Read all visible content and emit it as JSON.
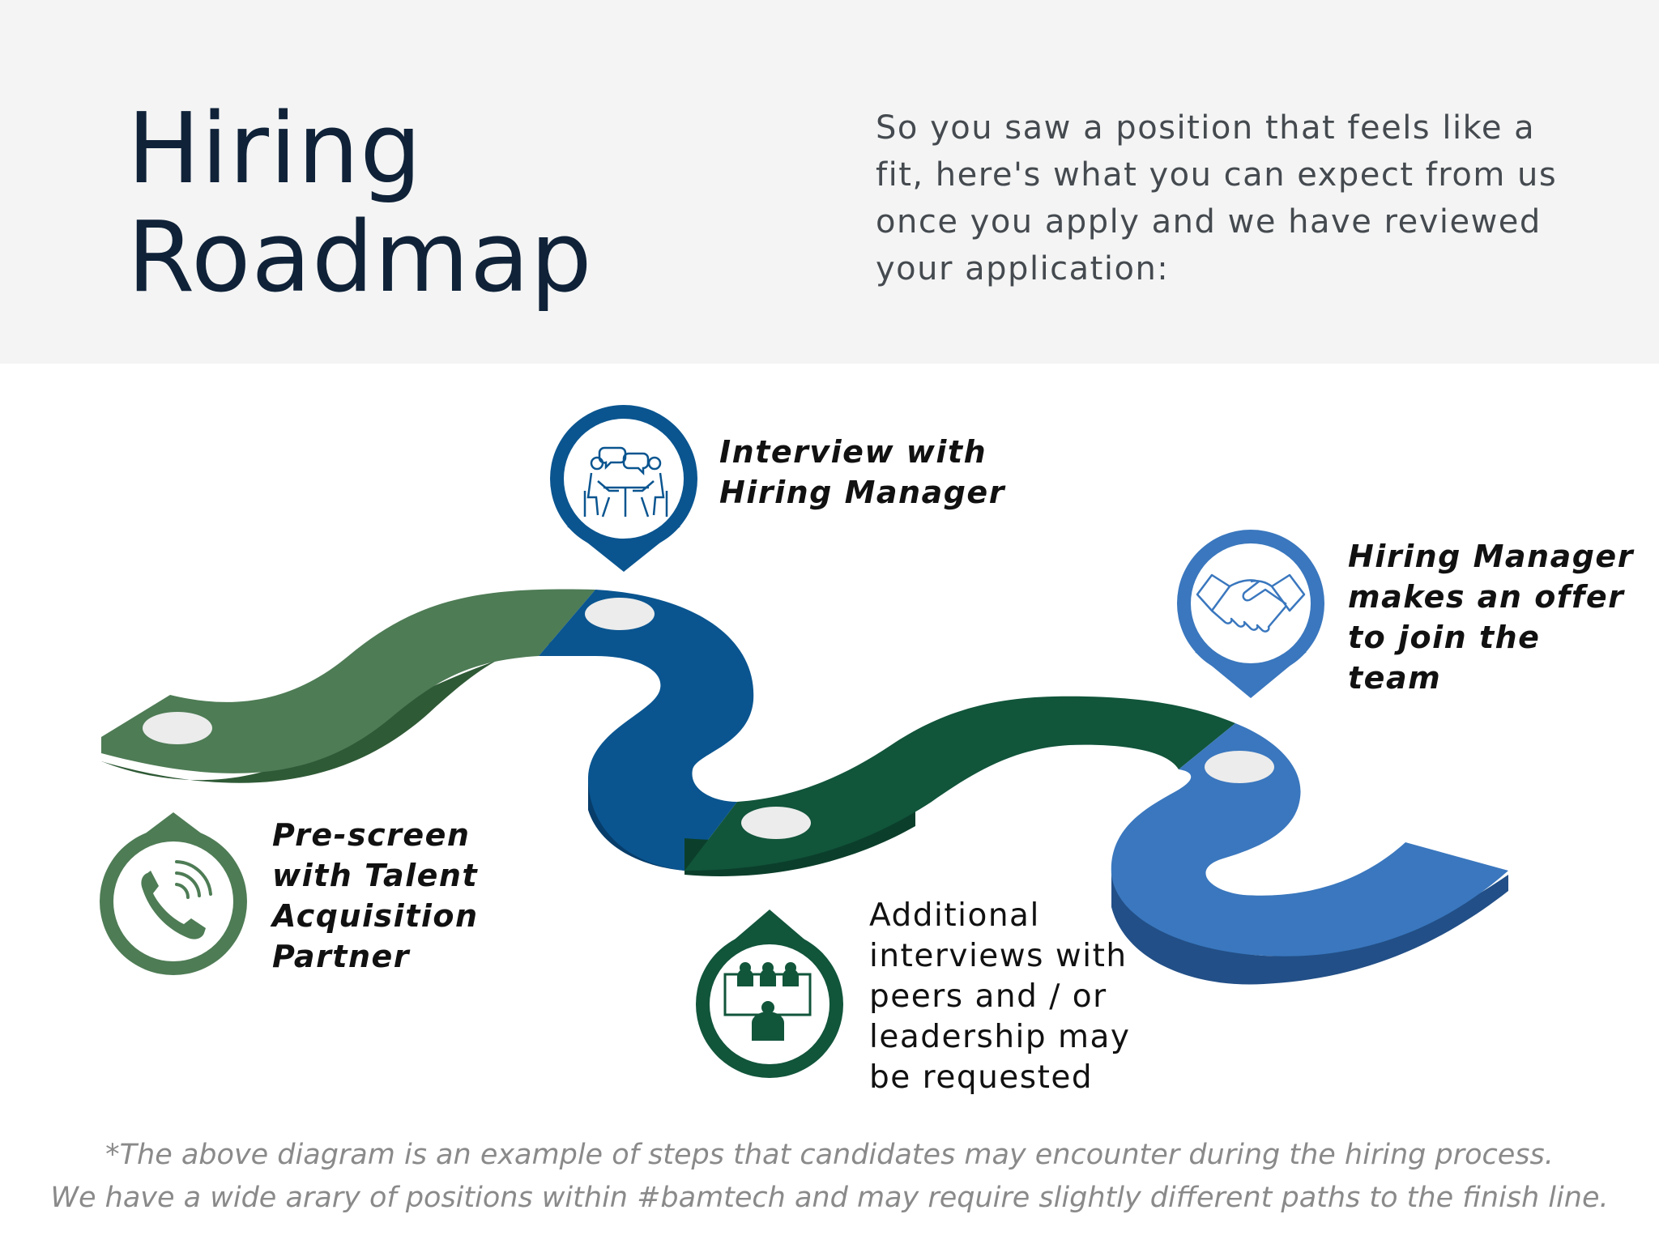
{
  "header": {
    "title_line1": "Hiring",
    "title_line2": "Roadmap",
    "intro": "So you saw a position that feels like a fit, here's what you can expect from us once you apply and we have reviewed your application:"
  },
  "steps": [
    {
      "label": "Pre-screen with Talent Acquisition Partner",
      "icon": "phone-icon",
      "color": "#4e7c55"
    },
    {
      "label": "Interview with Hiring Manager",
      "icon": "meeting-icon",
      "color": "#0a5590"
    },
    {
      "label": "Additional interviews with peers and / or leadership may be requested",
      "icon": "video-conference-icon",
      "color": "#11553b"
    },
    {
      "label": "Hiring Manager makes an offer to join the team",
      "icon": "handshake-icon",
      "color": "#3a77be"
    }
  ],
  "footnote": {
    "line1": "*The above diagram is an example of steps that candidates may encounter during the hiring process.",
    "line2": "We have a wide arary of positions within #bamtech and may require slightly different paths to the finish line."
  },
  "colors": {
    "green": "#4e7c55",
    "dark_blue": "#0a5590",
    "dark_green": "#11553b",
    "light_blue": "#3a77be",
    "header_bg": "#f4f4f4",
    "title": "#0f2238"
  }
}
